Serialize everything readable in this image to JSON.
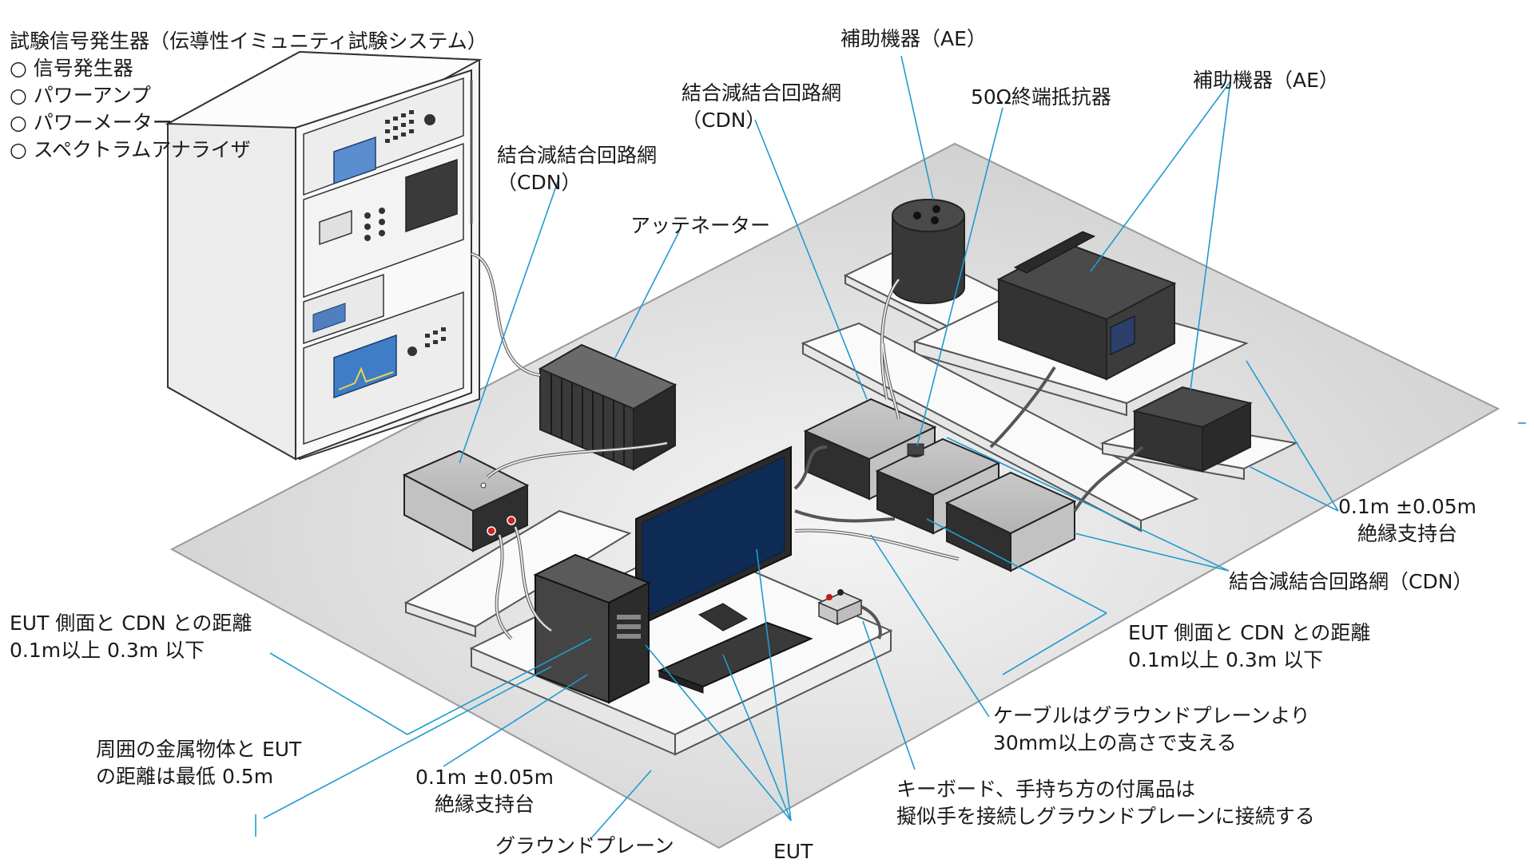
{
  "labels": {
    "generator_title": "試験信号発生器（伝導性イミュニティ試験システム）",
    "generator_items": [
      "○ 信号発生器",
      "○ パワーアンプ",
      "○ パワーメーター",
      "○ スペクトラムアナライザ"
    ],
    "cdn_left": [
      "結合減結合回路網",
      "（CDN）"
    ],
    "cdn_top": [
      "結合減結合回路網",
      "（CDN）"
    ],
    "ae_top": "補助機器（AE）",
    "ae_right": "補助機器（AE）",
    "terminator": "50Ω終端抵抗器",
    "attenuator": "アッテネーター",
    "support_right": [
      "0.1m ±0.05m",
      "絶縁支持台"
    ],
    "cdn_bottom_right": "結合減結合回路網（CDN）",
    "distance_left": [
      "EUT 側面と CDN との距離",
      "0.1m以上 0.3m 以下"
    ],
    "distance_right": [
      "EUT 側面と CDN との距離",
      "0.1m以上 0.3m 以下"
    ],
    "cable_note": [
      "ケーブルはグラウンドプレーンより",
      "30mm以上の高さで支える"
    ],
    "metal_note": [
      "周囲の金属物体と EUT",
      "の距離は最低 0.5m"
    ],
    "support_bottom": [
      "0.1m ±0.05m",
      "絶縁支持台"
    ],
    "keyboard_note": [
      "キーボード、手持ち方の付属品は",
      "擬似手を接続しグラウンドプレーンに接続する"
    ],
    "ground_plane": "グラウンドプレーン",
    "eut": "EUT"
  },
  "colors": {
    "leader_line": "#1f9bd1",
    "ground_plane": "#d8d8d8",
    "rack": "#f4f4f4",
    "device_dark": "#3a3a3a",
    "monitor_screen": "#0e2b55"
  }
}
